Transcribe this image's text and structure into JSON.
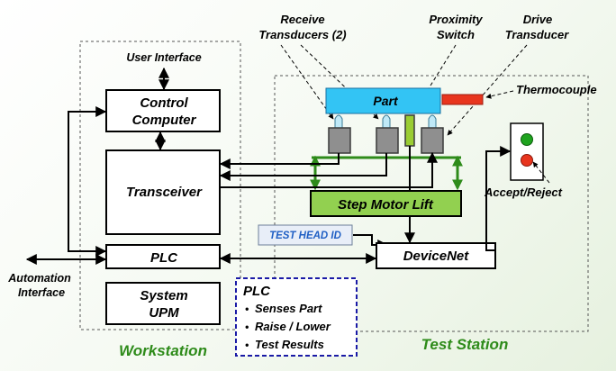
{
  "labels": {
    "user_interface": "User Interface",
    "control_computer_line1": "Control",
    "control_computer_line2": "Computer",
    "transceiver": "Transceiver",
    "plc": "PLC",
    "system_upm_line1": "System",
    "system_upm_line2": "UPM",
    "automation_line1": "Automation",
    "automation_line2": "Interface",
    "workstation": "Workstation",
    "test_station": "Test Station",
    "receive_transducers_line1": "Receive",
    "receive_transducers_line2": "Transducers (2)",
    "proximity_switch_line1": "Proximity",
    "proximity_switch_line2": "Switch",
    "drive_transducer_line1": "Drive",
    "drive_transducer_line2": "Transducer",
    "thermocouple": "Thermocouple",
    "part": "Part",
    "step_motor_lift": "Step Motor Lift",
    "test_head_id": "TEST HEAD ID",
    "devicenet": "DeviceNet",
    "accept_reject": "Accept/Reject"
  },
  "plc_note": {
    "title": "PLC",
    "items": [
      "Senses Part",
      "Raise / Lower",
      "Test Results"
    ]
  },
  "colors": {
    "part_fill": "#33c4f4",
    "lift_fill": "#92d050",
    "green_wire": "#2e8b1a",
    "thermocouple": "#e8351e",
    "proximity": "#9acd32",
    "light_green": "#1fa31f",
    "light_red": "#e8351e",
    "workstation_label": "#2e8b1a",
    "test_station_label": "#2e8b1a",
    "test_head_text": "#1f5fc4",
    "note_border": "#1a1aa6"
  },
  "icons": [
    "arrow-icon",
    "sensor-icon",
    "indicator-light-icon"
  ]
}
